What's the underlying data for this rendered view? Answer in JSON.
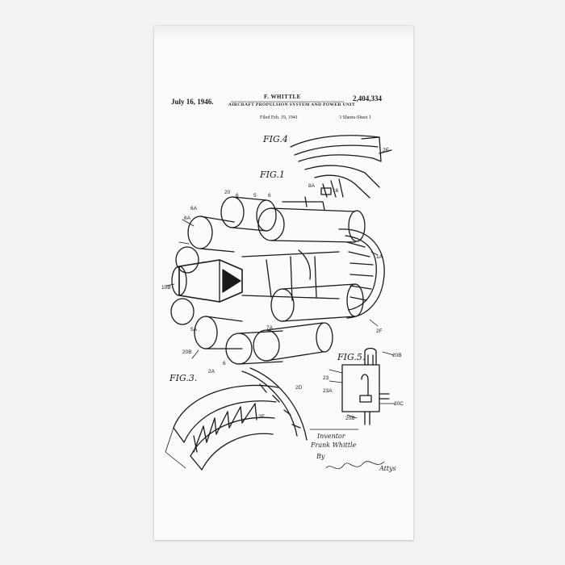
{
  "patent": {
    "date": "July 16, 1946.",
    "inventor_header": "F. WHITTLE",
    "number": "2,404,334",
    "title": "AIRCRAFT PROPULSION SYSTEM AND POWER UNIT",
    "filed": "Filed Feb. 19, 1941",
    "sheets": "3 Sheets-Sheet 1"
  },
  "figures": {
    "fig4": "FIG.4",
    "fig1": "FIG.1",
    "fig3": "FIG.3.",
    "fig5": "FIG.5."
  },
  "signature": {
    "label": "Inventor",
    "name": "Frank Whittle",
    "by": "By",
    "attorneys": "Attys"
  },
  "colors": {
    "towel": "#fbfbfb",
    "background": "#f2f2f2",
    "ink": "#1a1a1a"
  }
}
